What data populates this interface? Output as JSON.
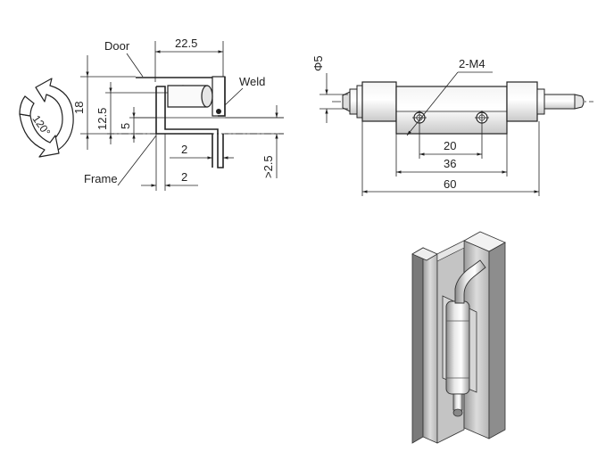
{
  "labels": {
    "door": "Door",
    "weld": "Weld",
    "frame": "Frame",
    "angle": "120°"
  },
  "dimensions": {
    "d_22_5": "22.5",
    "d_18": "18",
    "d_12_5": "12.5",
    "d_5": "5",
    "d_2_top": "2",
    "d_2_bottom": "2",
    "d_gt_2_5": ">2.5",
    "d_phi_5": "Φ5",
    "d_2_m4": "2-M4",
    "d_20": "20",
    "d_36": "36",
    "d_60": "60"
  }
}
